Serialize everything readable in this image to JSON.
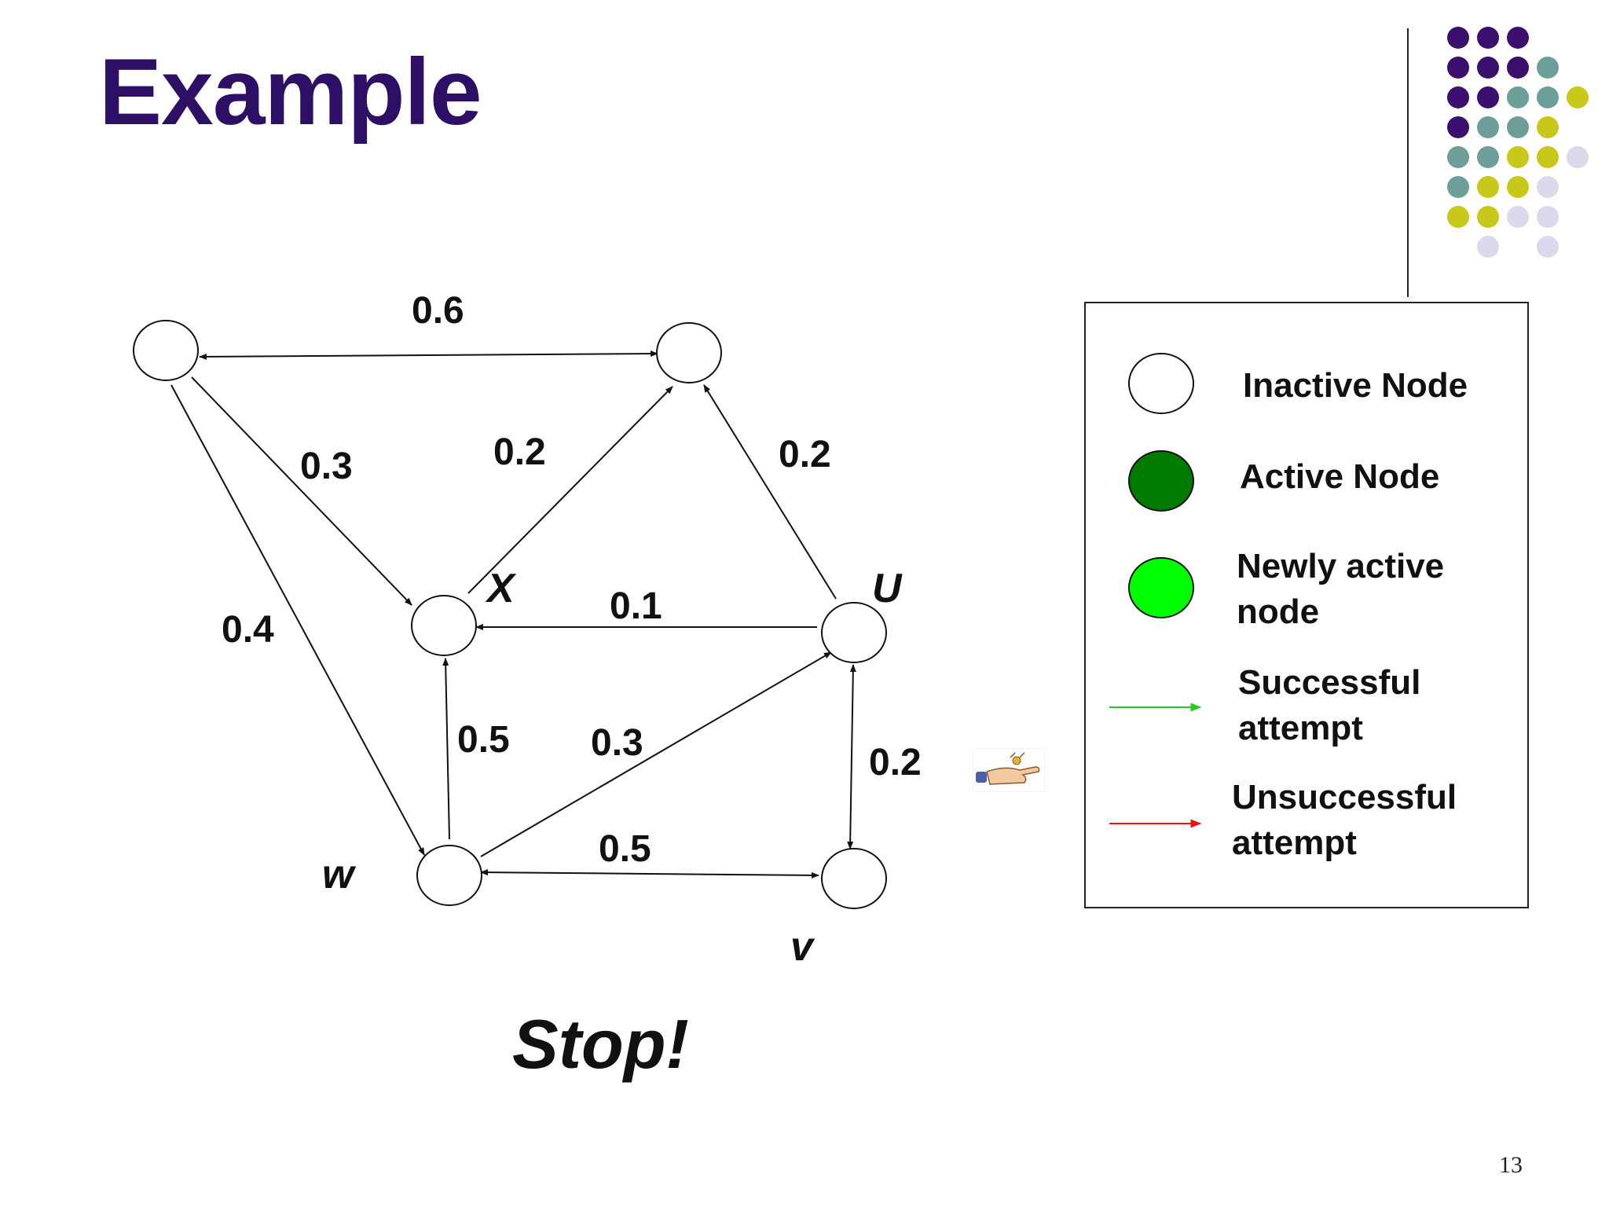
{
  "slide": {
    "title": "Example",
    "stop_text": "Stop!",
    "page_number": "13"
  },
  "graph": {
    "nodes": [
      {
        "id": "top-left",
        "label": "",
        "state": "inactive"
      },
      {
        "id": "top-right",
        "label": "",
        "state": "inactive"
      },
      {
        "id": "x",
        "label": "X",
        "state": "inactive"
      },
      {
        "id": "u",
        "label": "U",
        "state": "inactive"
      },
      {
        "id": "w",
        "label": "w",
        "state": "inactive"
      },
      {
        "id": "v",
        "label": "v",
        "state": "inactive"
      }
    ],
    "edges": [
      {
        "from": "top-left",
        "to": "top-right",
        "weight": "0.6",
        "bidirectional": true
      },
      {
        "from": "top-left",
        "to": "x",
        "weight": "0.3",
        "bidirectional": false
      },
      {
        "from": "x",
        "to": "top-right",
        "weight": "0.2",
        "bidirectional": false
      },
      {
        "from": "u",
        "to": "top-right",
        "weight": "0.2",
        "bidirectional": false
      },
      {
        "from": "top-left",
        "to": "w",
        "weight": "0.4",
        "bidirectional": false
      },
      {
        "from": "u",
        "to": "x",
        "weight": "0.1",
        "bidirectional": false
      },
      {
        "from": "w",
        "to": "x",
        "weight": "0.5",
        "bidirectional": false
      },
      {
        "from": "w",
        "to": "u",
        "weight": "0.3",
        "bidirectional": false
      },
      {
        "from": "u",
        "to": "v",
        "weight": "0.2",
        "bidirectional": true
      },
      {
        "from": "w",
        "to": "v",
        "weight": "0.5",
        "bidirectional": true
      }
    ]
  },
  "legend": {
    "inactive_node": "Inactive Node",
    "active_node": "Active Node",
    "newly_active_line1": "Newly active",
    "newly_active_line2": "node",
    "successful_line1": "Successful",
    "successful_line2": "attempt",
    "unsuccessful_line1": "Unsuccessful",
    "unsuccessful_line2": "attempt",
    "colors": {
      "inactive": "#ffffff",
      "active": "#007a00",
      "newly_active": "#00ff00",
      "successful": "#22cc22",
      "unsuccessful": "#ee1111"
    }
  },
  "theme": {
    "title_color": "#2e0f66",
    "dot_colors": [
      "#3b0f6e",
      "#6e9e9a",
      "#c8c81a",
      "#dcd9ec"
    ]
  }
}
